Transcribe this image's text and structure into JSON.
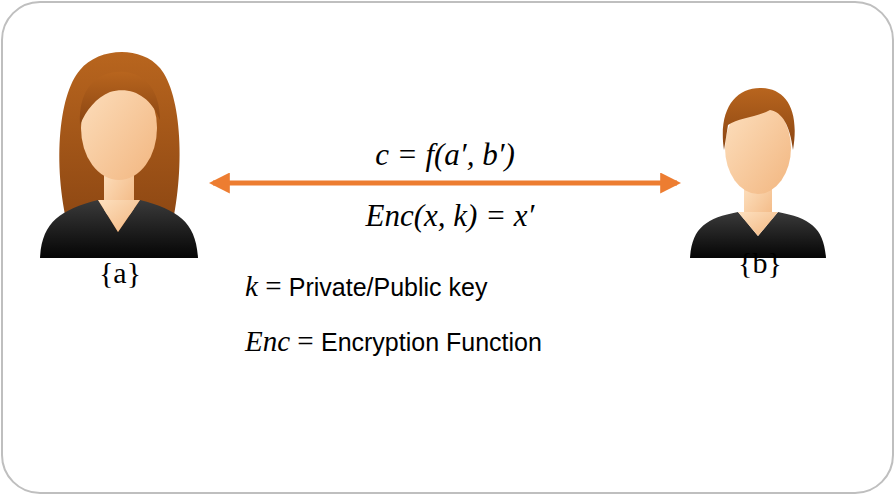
{
  "diagram": {
    "nodes": [
      {
        "text": [
          "{a}"
        ]
      },
      {
        "text": [
          "{b}"
        ]
      }
    ],
    "edges": [
      {
        "from": 0,
        "to": 1,
        "arrow": "both",
        "label": "c = f(a′, b′)"
      }
    ],
    "labels": [
      "Enc(x, k) = x′",
      "k = Private/Public key",
      "Enc = Encryption Function"
    ]
  }
}
